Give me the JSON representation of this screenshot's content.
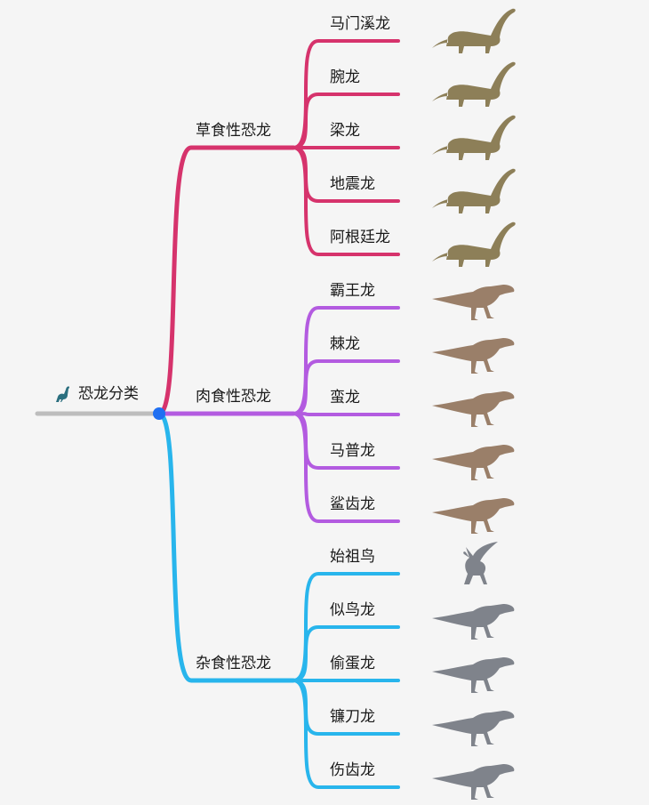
{
  "root": {
    "label": "恐龙分类",
    "icon": "dinosaur-icon"
  },
  "categories": [
    {
      "id": "herbivore",
      "label": "草食性恐龙",
      "color": "#d6336c",
      "items": [
        {
          "name": "马门溪龙",
          "icon": "sauropod-icon"
        },
        {
          "name": "腕龙",
          "icon": "sauropod-icon"
        },
        {
          "name": "梁龙",
          "icon": "sauropod-icon"
        },
        {
          "name": "地震龙",
          "icon": "sauropod-icon"
        },
        {
          "name": "阿根廷龙",
          "icon": "sauropod-icon"
        }
      ]
    },
    {
      "id": "carnivore",
      "label": "肉食性恐龙",
      "color": "#b35be0",
      "items": [
        {
          "name": "霸王龙",
          "icon": "theropod-icon"
        },
        {
          "name": "棘龙",
          "icon": "theropod-icon"
        },
        {
          "name": "蛮龙",
          "icon": "theropod-icon"
        },
        {
          "name": "马普龙",
          "icon": "theropod-icon"
        },
        {
          "name": "鲨齿龙",
          "icon": "theropod-icon"
        }
      ]
    },
    {
      "id": "omnivore",
      "label": "杂食性恐龙",
      "color": "#28b5ec",
      "items": [
        {
          "name": "始祖鸟",
          "icon": "bird-icon"
        },
        {
          "name": "似鸟龙",
          "icon": "theropod-icon"
        },
        {
          "name": "偷蛋龙",
          "icon": "theropod-icon"
        },
        {
          "name": "镰刀龙",
          "icon": "theropod-icon"
        },
        {
          "name": "伤齿龙",
          "icon": "theropod-icon"
        }
      ]
    }
  ]
}
